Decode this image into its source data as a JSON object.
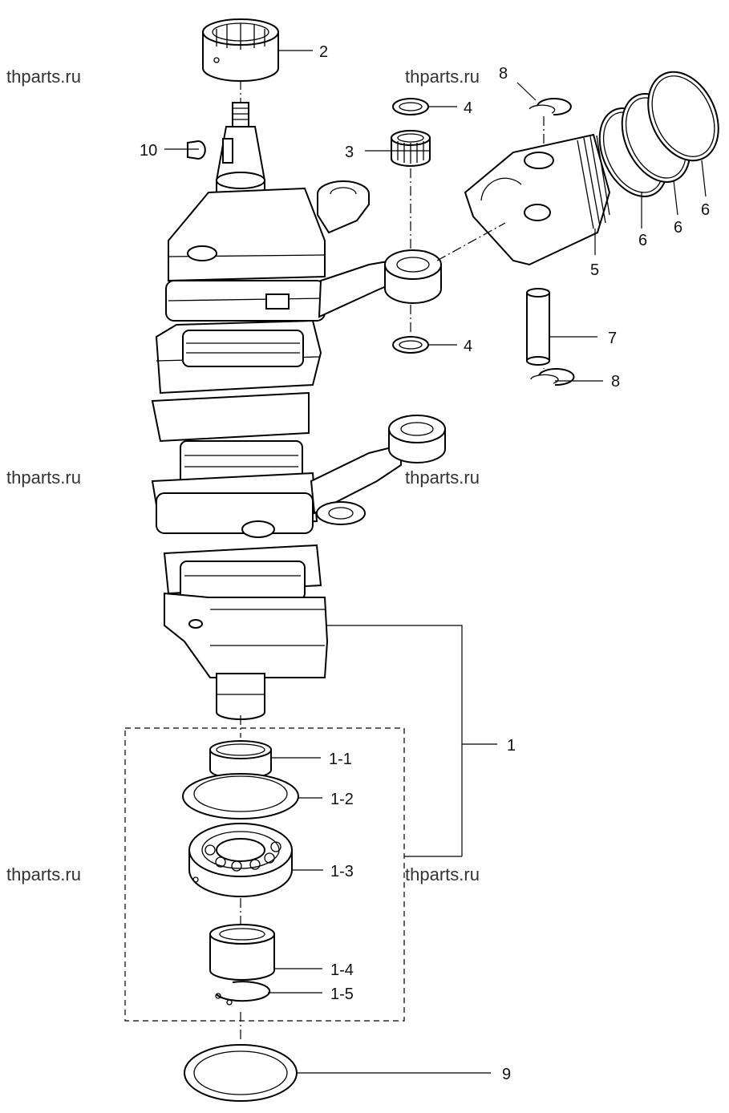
{
  "watermarks": [
    "thparts.ru",
    "thparts.ru",
    "thparts.ru",
    "thparts.ru",
    "thparts.ru",
    "thparts.ru"
  ],
  "callouts": {
    "c1": "1",
    "c1_1": "1-1",
    "c1_2": "1-2",
    "c1_3": "1-3",
    "c1_4": "1-4",
    "c1_5": "1-5",
    "c2": "2",
    "c3": "3",
    "c4a": "4",
    "c4b": "4",
    "c5": "5",
    "c6a": "6",
    "c6b": "6",
    "c6c": "6",
    "c7": "7",
    "c8a": "8",
    "c8b": "8",
    "c9": "9",
    "c10": "10"
  }
}
